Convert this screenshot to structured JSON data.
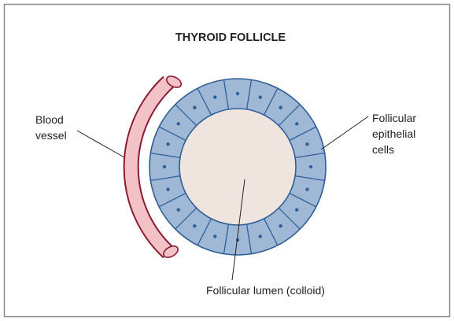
{
  "title": "THYROID FOLLICLE",
  "labels": {
    "blood_vessel": [
      "Blood",
      "vessel"
    ],
    "epithelial_cells": [
      "Follicular",
      "epithelial",
      "cells"
    ],
    "lumen": "Follicular lumen (colloid)"
  },
  "colors": {
    "frame": "#8a8a8a",
    "epithelium_fill": "#9fb8d6",
    "epithelium_stroke": "#2f5f96",
    "nucleus": "#2f5f96",
    "colloid": "#efe4de",
    "vessel_fill": "#f2c2c7",
    "vessel_stroke": "#8b1b35",
    "leader": "#231f20"
  },
  "epithelial_cell_count": 20
}
